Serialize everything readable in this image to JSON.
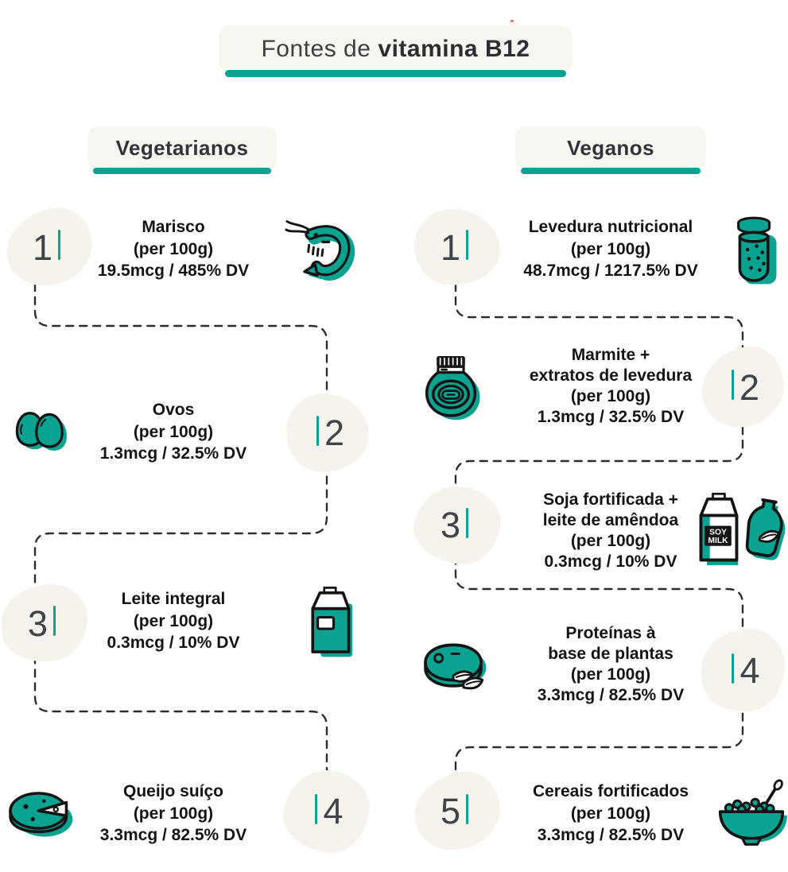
{
  "title": {
    "prefix": "Fontes de",
    "bold": "vitamina B12"
  },
  "colors": {
    "accent": "#0aa392",
    "blob_background": "#f6f3ec",
    "dash_line": "#2d2d2d",
    "text": "#141414"
  },
  "columns": [
    {
      "header": "Vegetarianos",
      "items": [
        {
          "rank": "1",
          "name": "Marisco",
          "serving": "(per 100g)",
          "value": "19.5mcg / 485% DV",
          "icon": "shrimp-icon"
        },
        {
          "rank": "2",
          "name": "Ovos",
          "serving": "(per 100g)",
          "value": "1.3mcg / 32.5% DV",
          "icon": "eggs-icon"
        },
        {
          "rank": "3",
          "name": "Leite integral",
          "serving": "(per 100g)",
          "value": "0.3mcg / 10% DV",
          "icon": "milk-carton-icon"
        },
        {
          "rank": "4",
          "name": "Queijo suíço",
          "serving": "(per 100g)",
          "value": "3.3mcg / 82.5% DV",
          "icon": "swiss-cheese-icon"
        }
      ]
    },
    {
      "header": "Veganos",
      "items": [
        {
          "rank": "1",
          "name": "Levedura nutricional",
          "serving": "(per 100g)",
          "value": "48.7mcg / 1217.5% DV",
          "icon": "yeast-jar-icon"
        },
        {
          "rank": "2",
          "name": "Marmite +\nextratos de levedura",
          "serving": "(per 100g)",
          "value": "1.3mcg / 32.5% DV",
          "icon": "marmite-jar-icon"
        },
        {
          "rank": "3",
          "name": "Soja fortificada +\nleite de amêndoa",
          "serving": "(per 100g)",
          "value": "0.3mcg / 10% DV",
          "icon": "soy-milk-icon",
          "icon_label_line1": "SOY",
          "icon_label_line2": "MILK"
        },
        {
          "rank": "4",
          "name": "Proteínas à\nbase de plantas",
          "serving": "(per 100g)",
          "value": "3.3mcg / 82.5% DV",
          "icon": "plant-protein-icon"
        },
        {
          "rank": "5",
          "name": "Cereais fortificados",
          "serving": "(per 100g)",
          "value": "3.3mcg / 82.5% DV",
          "icon": "cereal-bowl-icon"
        }
      ]
    }
  ]
}
